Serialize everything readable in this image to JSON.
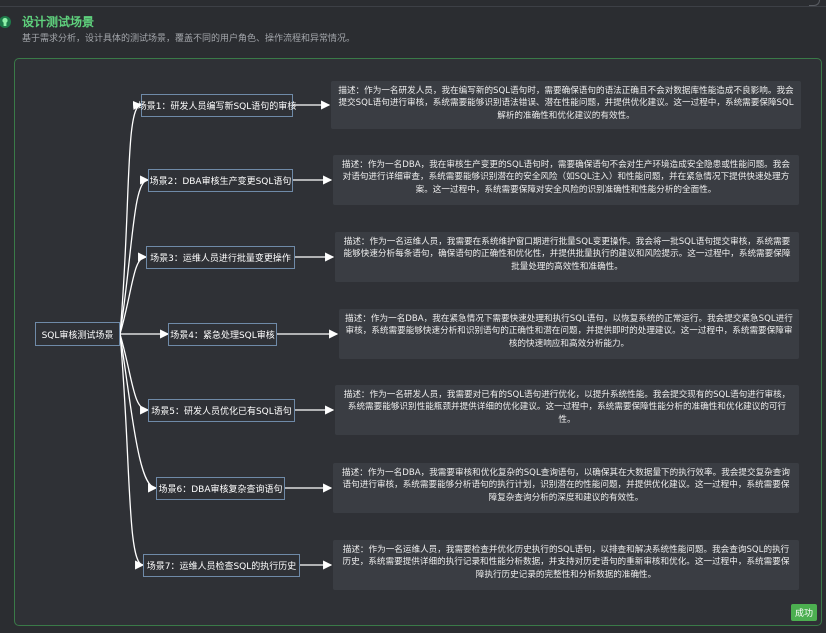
{
  "step": {
    "title": "设计测试场景",
    "description": "基于需求分析，设计具体的测试场景，覆盖不同的用户角色、操作流程和异常情况。"
  },
  "mindmap": {
    "root": "SQL审核测试场景",
    "scenarios": [
      {
        "label": "场景1：研发人员编写新SQL语句的审核",
        "description": "描述：作为一名研发人员，我在编写新的SQL语句时，需要确保语句的语法正确且不会对数据库性能造成不良影响。我会提交SQL语句进行审核，系统需要能够识别语法错误、潜在性能问题，并提供优化建议。这一过程中，系统需要保障SQL解析的准确性和优化建议的有效性。"
      },
      {
        "label": "场景2：DBA审核生产变更SQL语句",
        "description": "描述：作为一名DBA，我在审核生产变更的SQL语句时，需要确保语句不会对生产环境造成安全隐患或性能问题。我会对语句进行详细审查，系统需要能够识别潜在的安全风险（如SQL注入）和性能问题，并在紧急情况下提供快速处理方案。这一过程中，系统需要保障对安全风险的识别准确性和性能分析的全面性。"
      },
      {
        "label": "场景3：运维人员进行批量变更操作",
        "description": "描述：作为一名运维人员，我需要在系统维护窗口期进行批量SQL变更操作。我会将一批SQL语句提交审核，系统需要能够快速分析每条语句，确保语句的正确性和优化性，并提供批量执行的建议和风险提示。这一过程中，系统需要保障批量处理的高效性和准确性。"
      },
      {
        "label": "场景4：紧急处理SQL审核",
        "description": "描述：作为一名DBA，我在紧急情况下需要快速处理和执行SQL语句，以恢复系统的正常运行。我会提交紧急SQL进行审核，系统需要能够快速分析和识别语句的正确性和潜在问题，并提供即时的处理建议。这一过程中，系统需要保障审核的快速响应和高效分析能力。"
      },
      {
        "label": "场景5：研发人员优化已有SQL语句",
        "description": "描述：作为一名研发人员，我需要对已有的SQL语句进行优化，以提升系统性能。我会提交现有的SQL语句进行审核，系统需要能够识别性能瓶颈并提供详细的优化建议。这一过程中，系统需要保障性能分析的准确性和优化建议的可行性。"
      },
      {
        "label": "场景6：DBA审核复杂查询语句",
        "description": "描述：作为一名DBA，我需要审核和优化复杂的SQL查询语句，以确保其在大数据量下的执行效率。我会提交复杂查询语句进行审核，系统需要能够分析语句的执行计划，识别潜在的性能问题，并提供优化建议。这一过程中，系统需要保障复杂查询分析的深度和建议的有效性。"
      },
      {
        "label": "场景7：运维人员检查SQL的执行历史",
        "description": "描述：作为一名运维人员，我需要检查并优化历史执行的SQL语句，以排查和解决系统性能问题。我会查询SQL的执行历史，系统需要提供详细的执行记录和性能分析数据，并支持对历史语句的重新审核和优化。这一过程中，系统需要保障执行历史记录的完整性和分析数据的准确性。"
      }
    ]
  },
  "status": {
    "label": "成功",
    "color": "#4caf50"
  },
  "colors": {
    "accent": "#5fd17d",
    "node_border": "#6f8aa8",
    "frame_border": "#3a7a48"
  }
}
